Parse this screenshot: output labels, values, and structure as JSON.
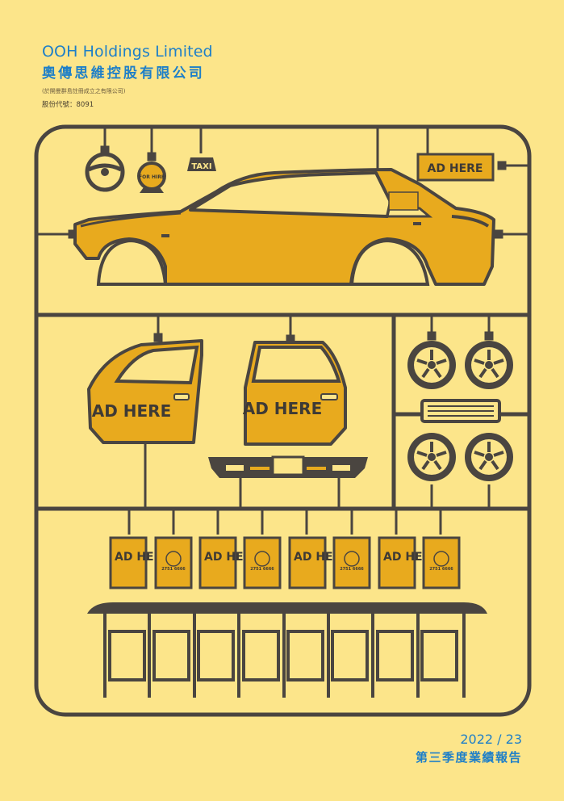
{
  "company": {
    "name_en": "OOH Holdings Limited",
    "name_zh": "奧傳思維控股有限公司",
    "incorporation": "(於開曼群島註冊成立之有限公司)",
    "stock_code_label": "股份代號：8091"
  },
  "report": {
    "year": "2022 / 23",
    "title": "第三季度業績報告"
  },
  "illustration": {
    "taxi_sign": "TAXI",
    "for_hire": "FOR HIRE",
    "ad_placeholder": "AD HERE",
    "phone": "2751 6666",
    "colors": {
      "background": "#FCE58A",
      "frame": "#4A4540",
      "panel": "#E8AA1E",
      "brand_blue": "#1E7FC8"
    }
  }
}
